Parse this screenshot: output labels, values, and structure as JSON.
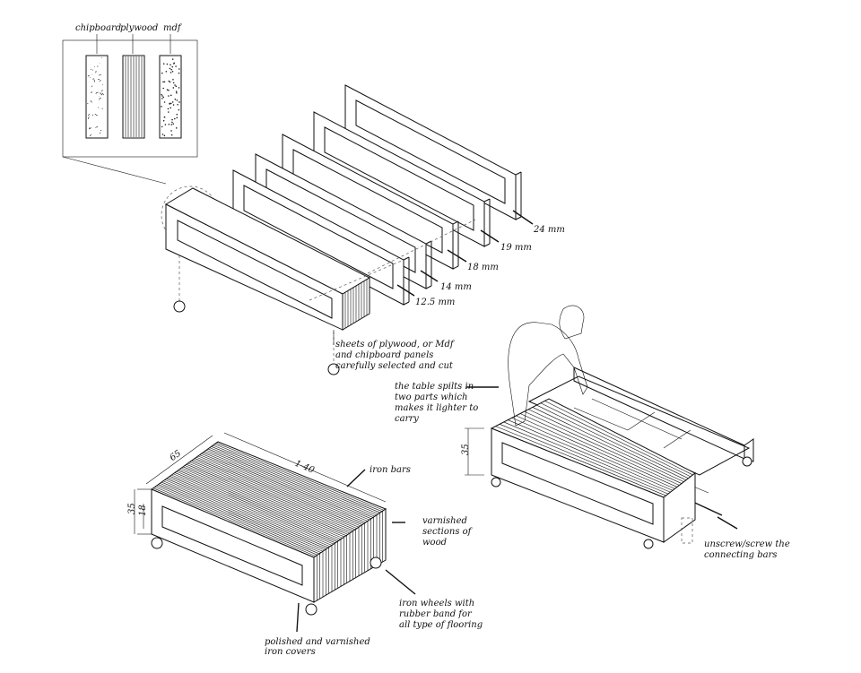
{
  "materials": {
    "chipboard": "chipboard",
    "plywood": "plywood",
    "mdf": "mdf"
  },
  "thicknesses": [
    "12.5 mm",
    "14 mm",
    "18 mm",
    "19 mm",
    "24 mm"
  ],
  "notes": {
    "sheets": [
      "sheets of  plywood,  or Mdf",
      "and chipboard panels",
      "carefully selected and cut"
    ],
    "splits": [
      "the table spilts in",
      "two parts which",
      "makes it lighter to",
      "carry"
    ],
    "connecting": [
      "unscrew/screw the",
      "connecting bars"
    ],
    "iron_bars": "iron bars",
    "varnished": [
      "varnished",
      "sections of",
      "wood"
    ],
    "wheels": [
      "iron wheels with",
      "rubber band  for",
      "all type of flooring"
    ],
    "covers": [
      "polished and varnished",
      "iron  covers"
    ]
  },
  "dimensions": {
    "width": "65",
    "length": "1-40",
    "height": "35",
    "inner": "18",
    "height_right": "35"
  }
}
